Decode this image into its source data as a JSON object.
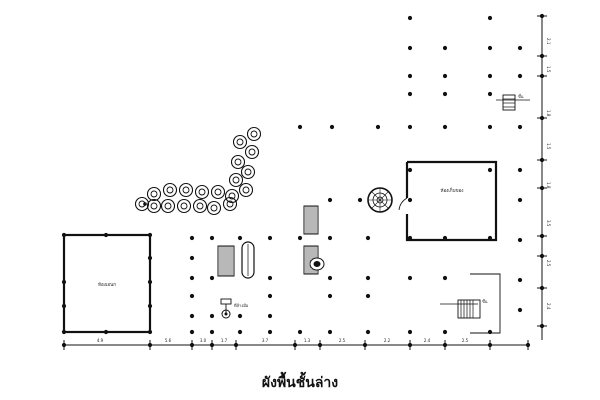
{
  "title": "ผังพื้นชั้นล่าง",
  "labels": {
    "room_left": "ห้องเอนก",
    "room_right": "ห้องเก็บของ",
    "stair_top": "ขึ้น",
    "stair_bottom": "ขึ้น",
    "well": "ที่ล้างมือ"
  },
  "dimensions_bottom": [
    "4.9",
    "5.6",
    "3.0",
    "1.7",
    "3.7",
    "1.3",
    "2.5",
    "2.2",
    "2.4",
    "2.5"
  ],
  "dimensions_right": [
    "2.1",
    "1.5",
    "1.8",
    "1.5",
    "1.8",
    "3.5",
    "2.5",
    "2.4"
  ],
  "colors": {
    "ink": "#111111",
    "paper": "#ffffff"
  }
}
